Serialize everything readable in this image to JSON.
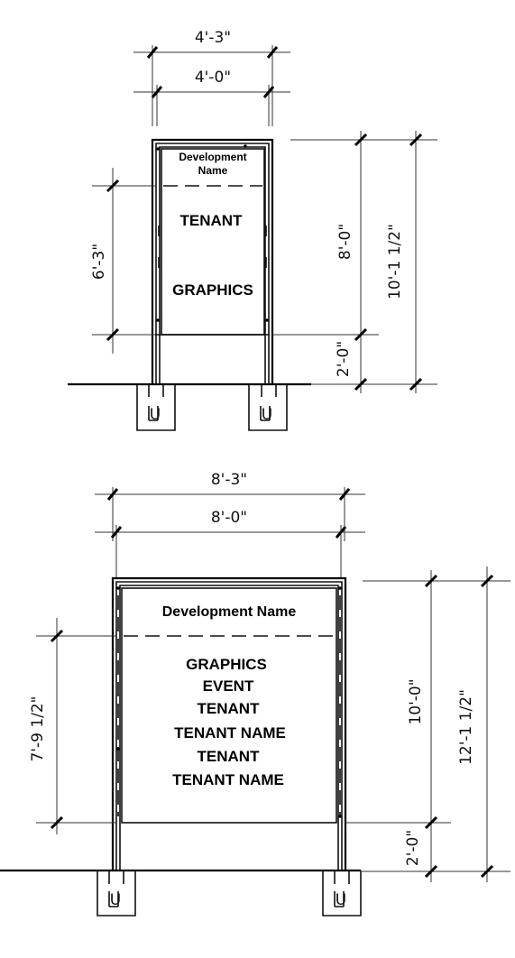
{
  "sign_small": {
    "dims": {
      "overall_width": "4'-3\"",
      "panel_width": "4'-0\"",
      "panel_height": "8'-0\"",
      "post_height": "2'-0\"",
      "overall_height": "10'-1 1/2\"",
      "graphics_height": "6'-3\""
    },
    "header_line_1": "Development",
    "header_line_2": "Name",
    "body_line_1": "TENANT",
    "body_line_2": "GRAPHICS",
    "foot_label": "U"
  },
  "sign_large": {
    "dims": {
      "overall_width": "8'-3\"",
      "panel_width": "8'-0\"",
      "panel_height": "10'-0\"",
      "post_height": "2'-0\"",
      "overall_height": "12'-1 1/2\"",
      "graphics_height": "7'-9 1/2\""
    },
    "header": "Development Name",
    "body_lines": [
      "GRAPHICS",
      "EVENT",
      "TENANT",
      "TENANT NAME",
      "TENANT",
      "TENANT NAME"
    ],
    "foot_label": "U"
  }
}
